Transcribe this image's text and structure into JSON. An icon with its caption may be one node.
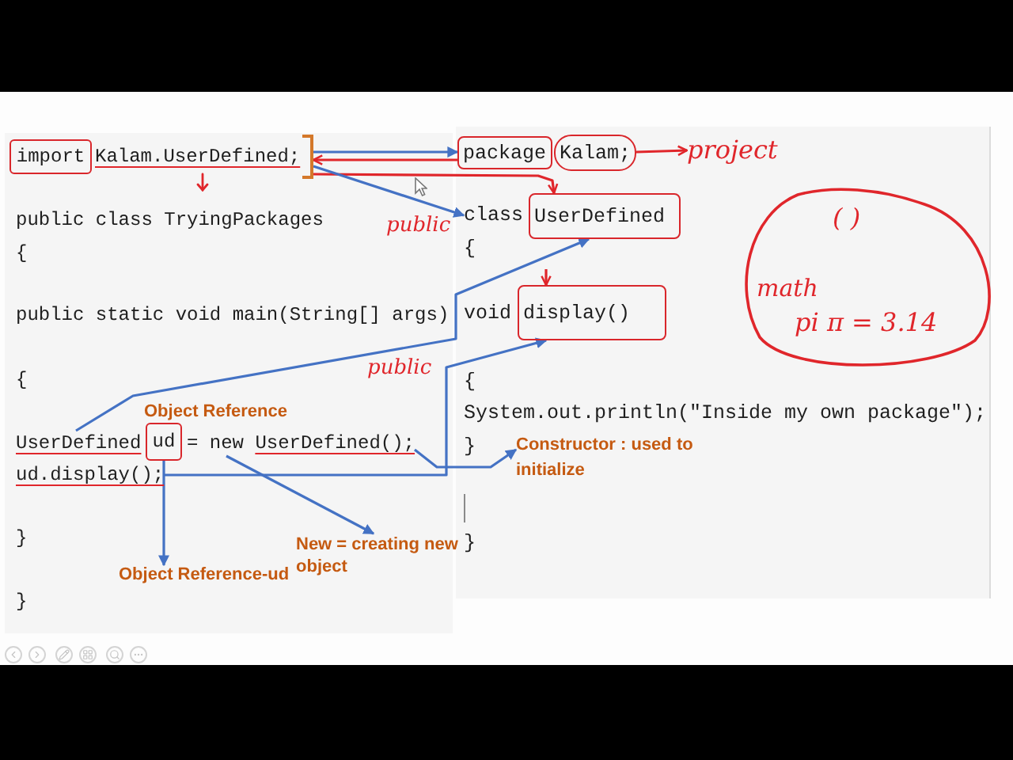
{
  "diagram": {
    "nodes": [
      {
        "text": [
          "import"
        ]
      },
      {
        "text": [
          "Kalam.UserDefined;"
        ]
      },
      {
        "text": [
          "package"
        ]
      },
      {
        "text": [
          "Kalam;"
        ]
      },
      {
        "text": [
          "project"
        ]
      },
      {
        "text": [
          "class"
        ]
      },
      {
        "text": [
          "UserDefined"
        ]
      },
      {
        "text": [
          "display()"
        ]
      },
      {
        "text": [
          "( )",
          "math",
          "pi π = 3.14"
        ]
      },
      {
        "text": [
          "UserDefined"
        ]
      },
      {
        "text": [
          "ud"
        ]
      },
      {
        "text": [
          "new"
        ]
      },
      {
        "text": [
          "UserDefined();"
        ]
      },
      {
        "text": [
          "ud.display();"
        ]
      },
      {
        "text": [
          "Constructor : used to initialize"
        ]
      },
      {
        "text": [
          "New = creating new object"
        ]
      },
      {
        "text": [
          "Object Reference-ud"
        ]
      }
    ],
    "edges": [
      {
        "from": 1,
        "to": 2,
        "arrow": "to"
      },
      {
        "from": 2,
        "to": 1,
        "arrow": "to",
        "color": "#e0262b"
      },
      {
        "from": 1,
        "to": 6,
        "arrow": "to",
        "color": "#e0262b"
      },
      {
        "from": 1,
        "to": 5,
        "arrow": "to"
      },
      {
        "from": 3,
        "to": 4,
        "arrow": "to",
        "color": "#e0262b"
      },
      {
        "from": 9,
        "to": 6,
        "arrow": "to"
      },
      {
        "from": 13,
        "to": 7,
        "arrow": "to"
      },
      {
        "from": 10,
        "to": 16,
        "arrow": "to"
      },
      {
        "from": 11,
        "to": 15,
        "arrow": "to"
      },
      {
        "from": 12,
        "to": 14,
        "arrow": "to"
      },
      {
        "from": null,
        "to": 7,
        "arrow": "to",
        "color": "#e0262b"
      }
    ],
    "labels": [
      "public class TryingPackages",
      "{",
      "public static void main(String[] args)",
      "{",
      "Object Reference",
      "=",
      "}",
      "}",
      "{",
      "void",
      "{",
      "System.out.println(\"Inside my own package\");",
      "}",
      "}",
      "public",
      "public"
    ]
  }
}
